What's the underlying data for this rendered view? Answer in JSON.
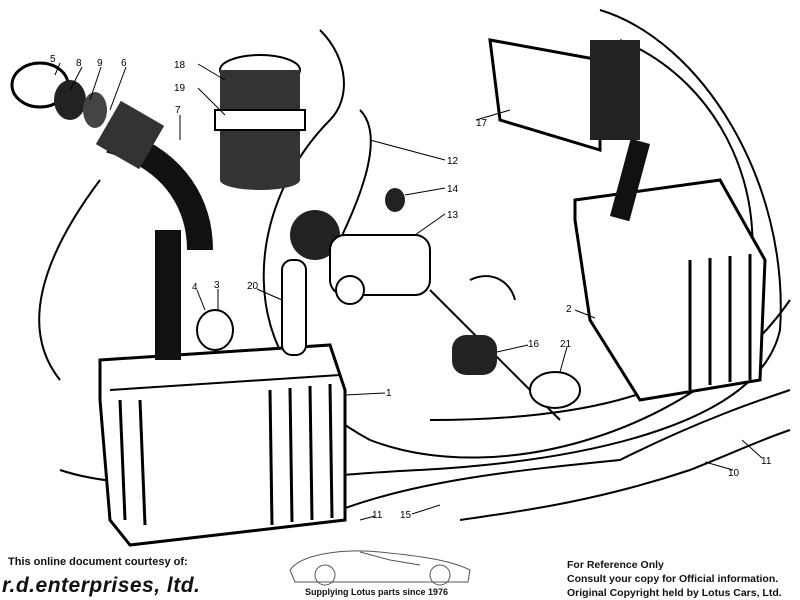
{
  "diagram": {
    "callouts": {
      "c5": "5",
      "c8": "8",
      "c9": "9",
      "c6": "6",
      "c7": "7",
      "c18": "18",
      "c19": "19",
      "c12": "12",
      "c14": "14",
      "c13": "13",
      "c17": "17",
      "c2": "2",
      "c4": "4",
      "c3": "3",
      "c20": "20",
      "c1": "1",
      "c16": "16",
      "c21": "21",
      "c10": "10",
      "c11a": "11",
      "c11b": "11",
      "c15": "15"
    }
  },
  "footer": {
    "courtesy": "This online document courtesy of:",
    "brand": "r.d.enterprises, ltd.",
    "tagline": "Supplying Lotus parts since 1976",
    "ref_line1": "For Reference Only",
    "ref_line2": "Consult your copy for Official information.",
    "ref_line3": "Original Copyright held by Lotus Cars, Ltd."
  }
}
